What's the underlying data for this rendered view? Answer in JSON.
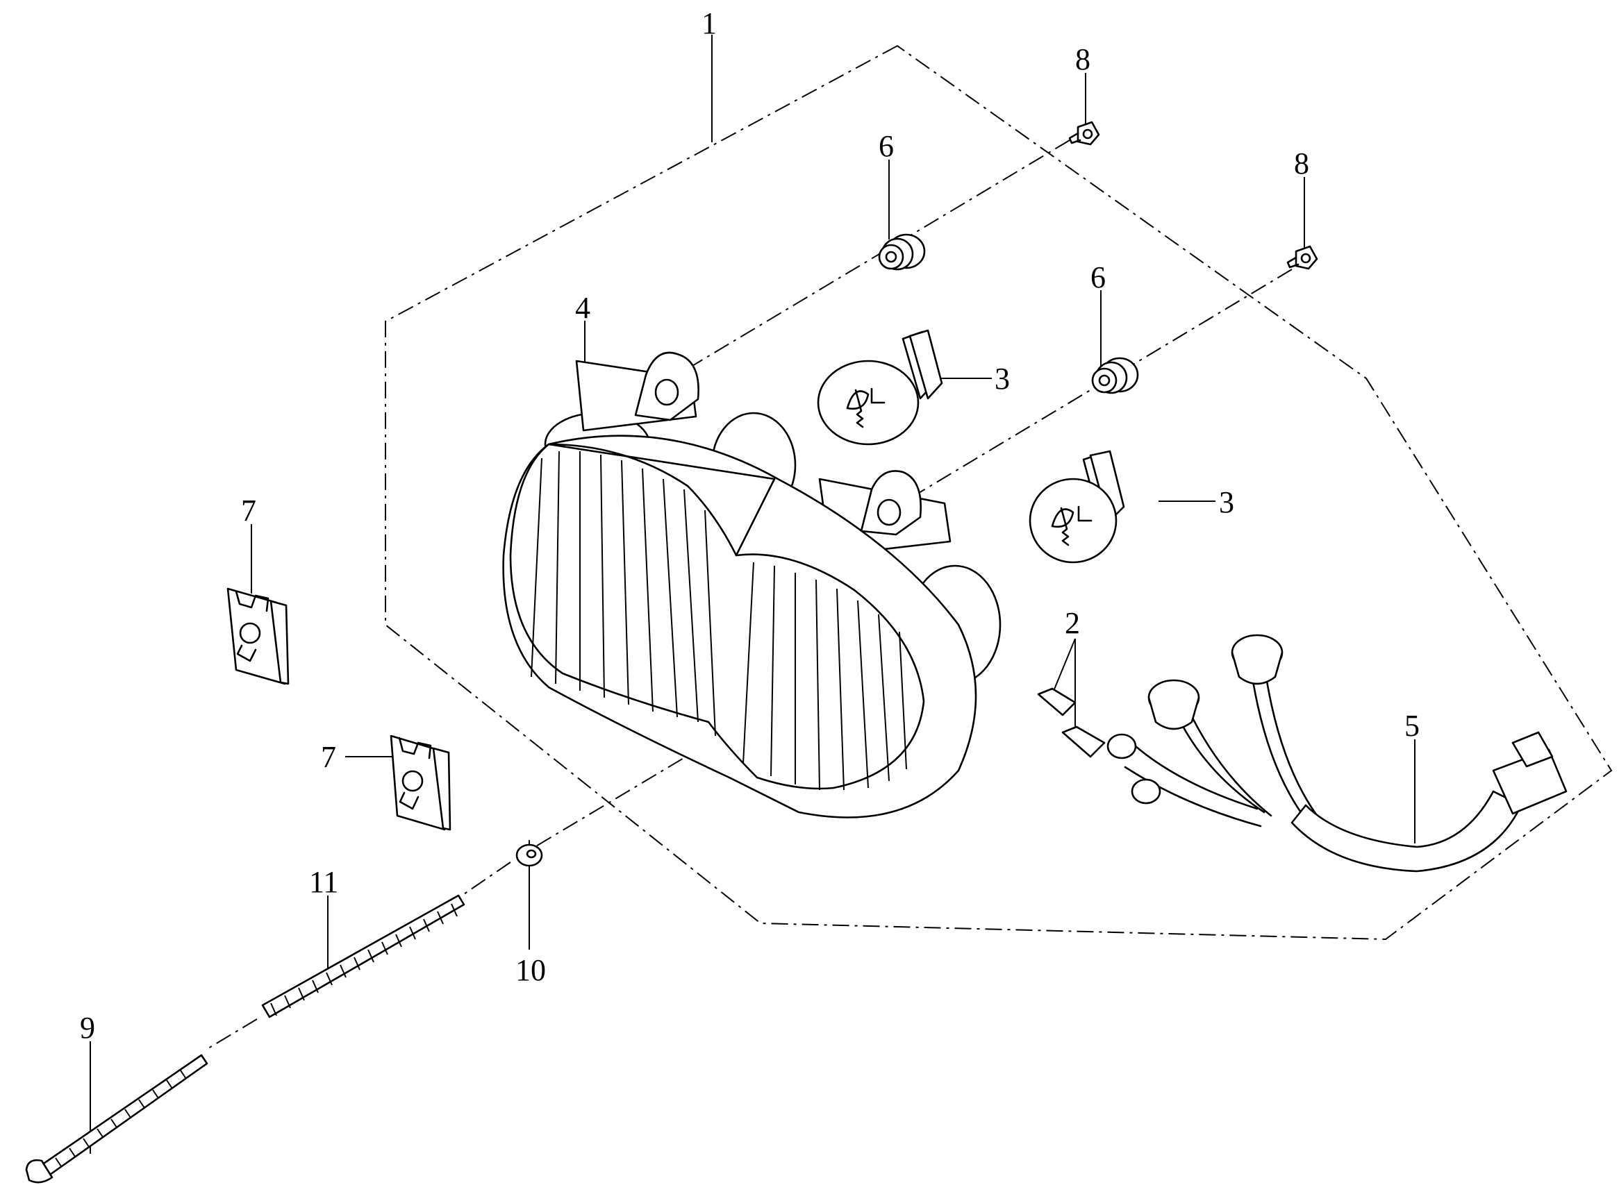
{
  "figure": {
    "callouts": [
      {
        "id": "c1",
        "text": "1"
      },
      {
        "id": "c2",
        "text": "2"
      },
      {
        "id": "c3a",
        "text": "3"
      },
      {
        "id": "c3b",
        "text": "3"
      },
      {
        "id": "c4",
        "text": "4"
      },
      {
        "id": "c5",
        "text": "5"
      },
      {
        "id": "c6a",
        "text": "6"
      },
      {
        "id": "c6b",
        "text": "6"
      },
      {
        "id": "c7a",
        "text": "7"
      },
      {
        "id": "c7b",
        "text": "7"
      },
      {
        "id": "c8a",
        "text": "8"
      },
      {
        "id": "c8b",
        "text": "8"
      },
      {
        "id": "c9",
        "text": "9"
      },
      {
        "id": "c10",
        "text": "10"
      },
      {
        "id": "c11",
        "text": "11"
      }
    ]
  }
}
